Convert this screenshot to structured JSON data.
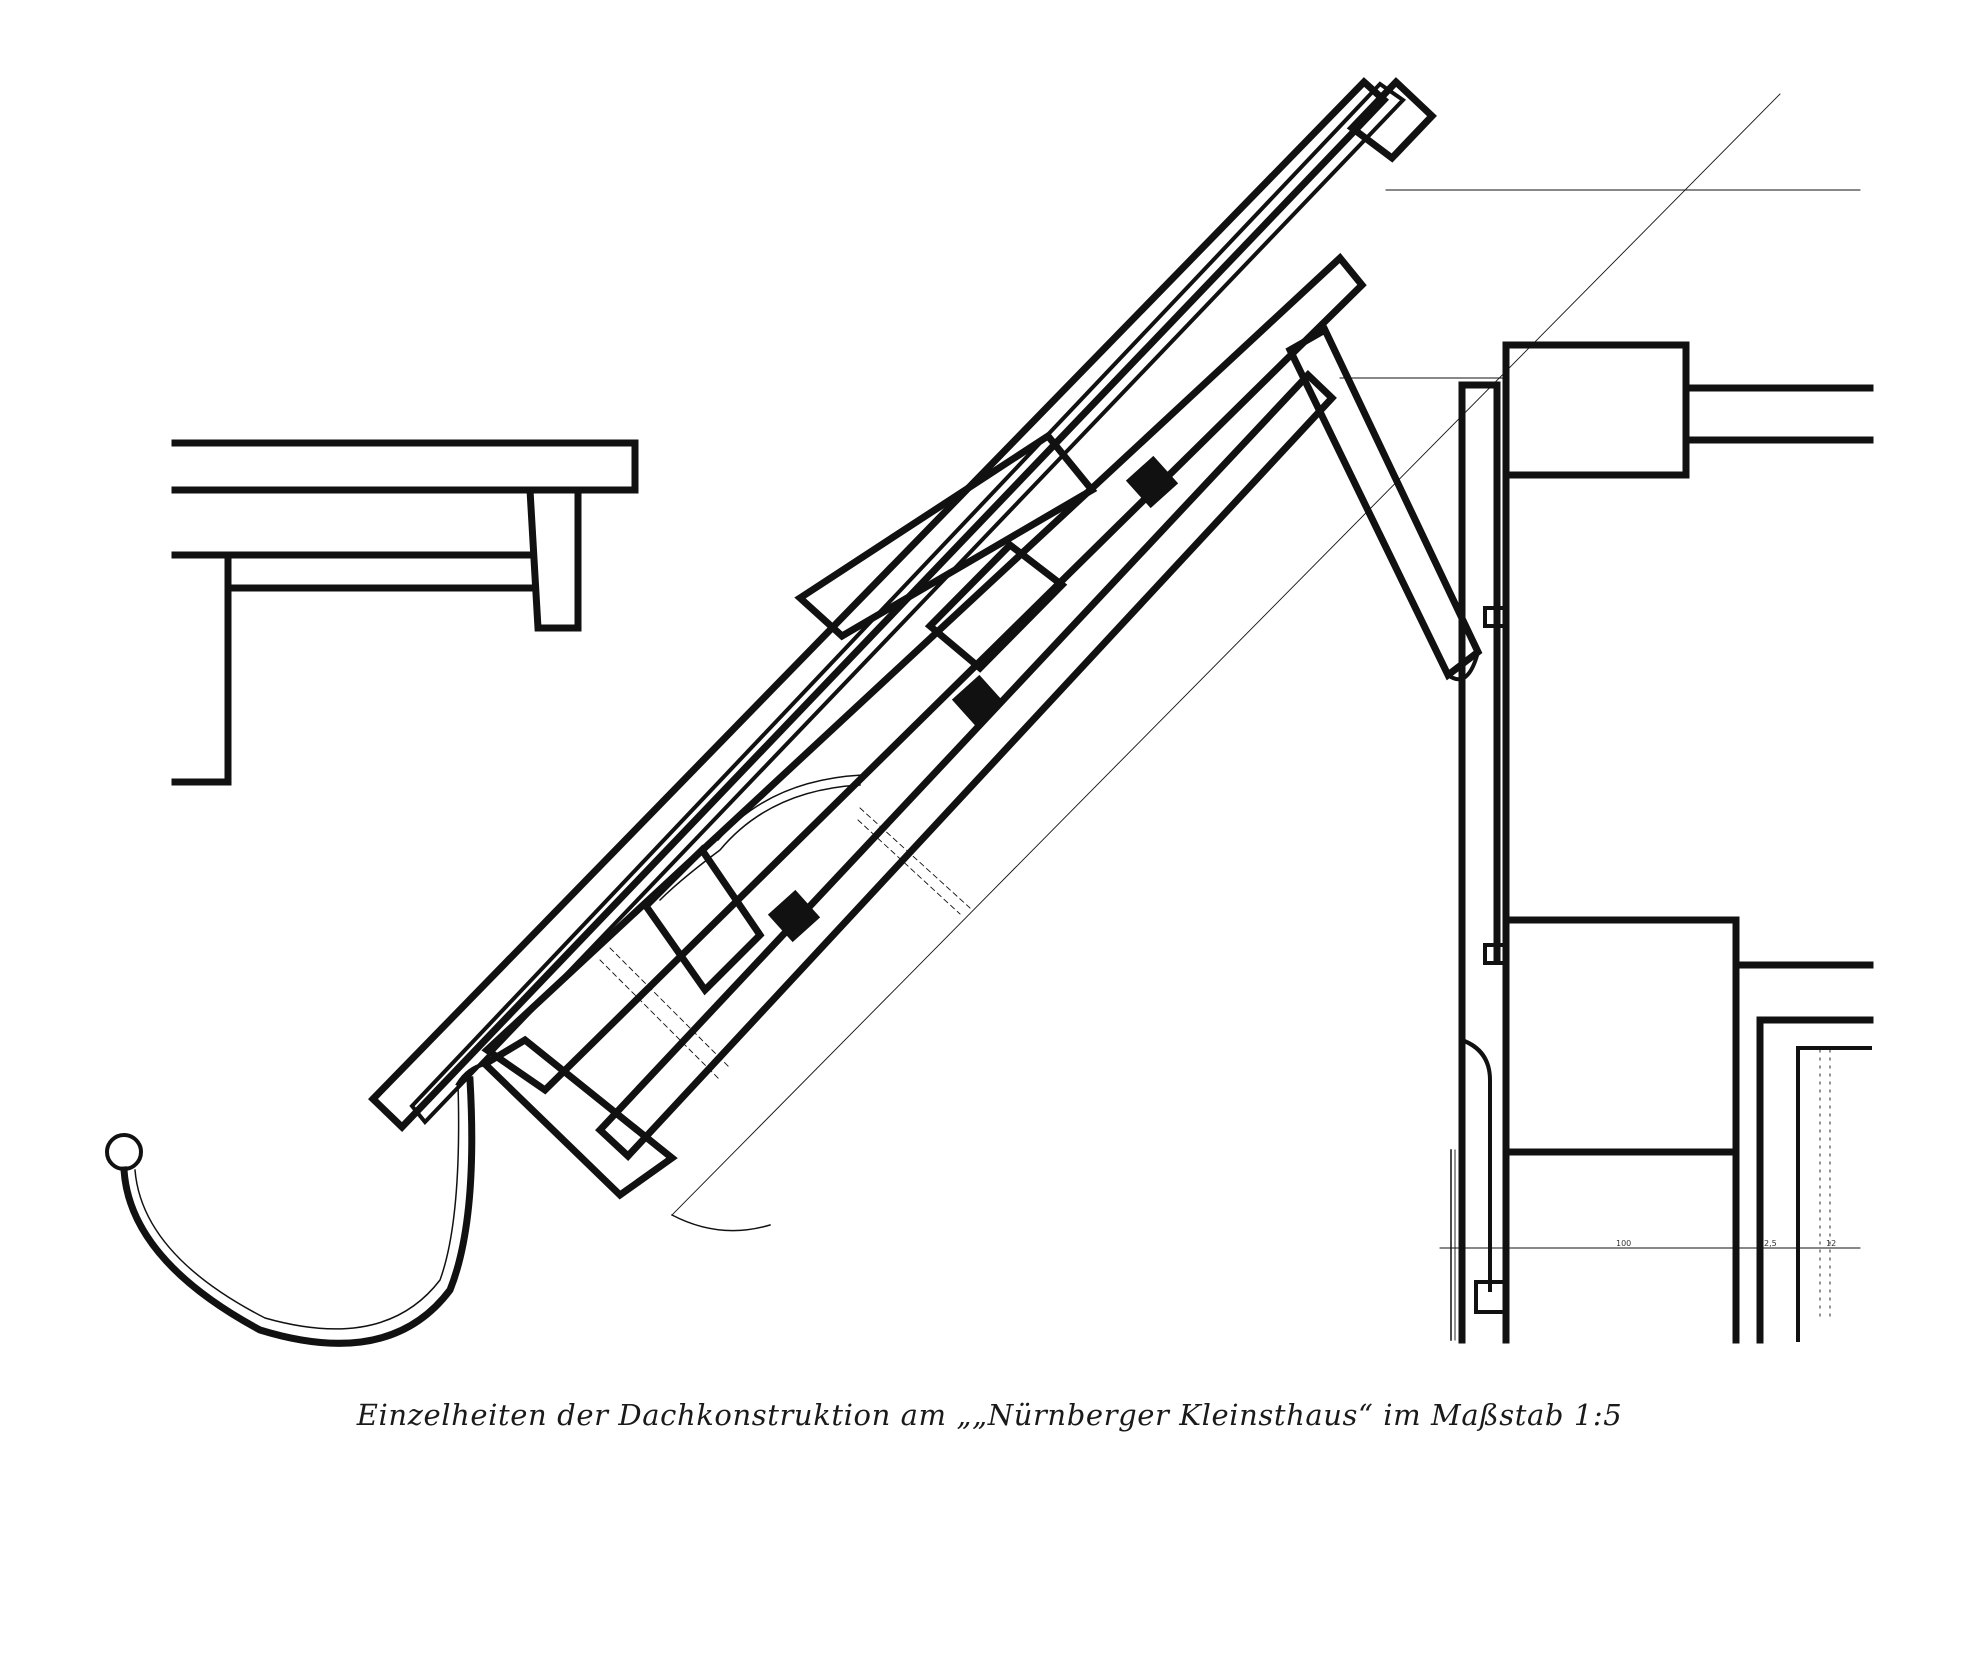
{
  "caption": "Einzelheiten der Dachkonstruktion am „„Nürnberger Kleinsthaus“ im Maßstab 1:5",
  "dimension_labels": [
    "100",
    "2,5",
    "12"
  ],
  "colors": {
    "ink": "#111111",
    "paper": "#ffffff"
  }
}
